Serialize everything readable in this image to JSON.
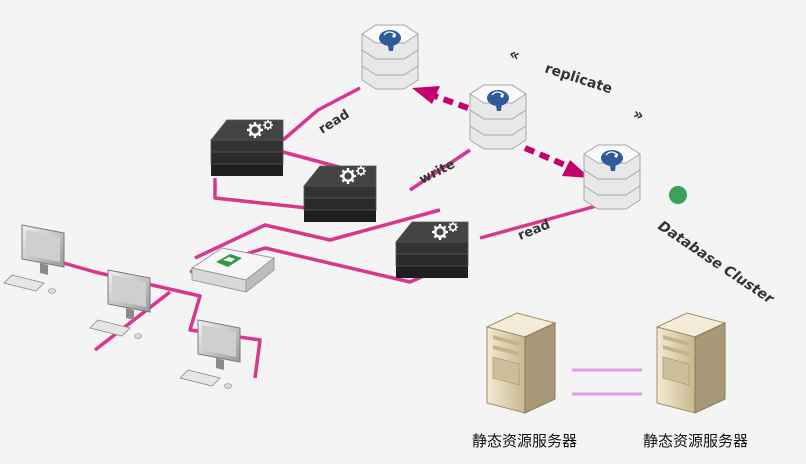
{
  "labels": {
    "read_top": "read",
    "write": "write",
    "read_bottom": "read",
    "replicate": "replicate",
    "database_cluster": "Database Cluster",
    "static_server_left": "静态资源服务器",
    "static_server_right": "静态资源服务器"
  },
  "colors": {
    "link": "#d9368f",
    "replication": "#c4006e",
    "server_dark": "#2e2e2e",
    "db_blue": "#2f5b9b",
    "cluster_dot": "#3aa15b",
    "static_link": "#e39be3",
    "load_balancer": "#2e9a45",
    "static_server_body": "#e4d6b6"
  },
  "icons": {
    "app_server": "gear-icon",
    "database": "postgresql-elephant-icon",
    "load_balancer": "load-balancer-icon",
    "client": "desktop-computer-icon",
    "static_server": "tower-server-icon"
  }
}
